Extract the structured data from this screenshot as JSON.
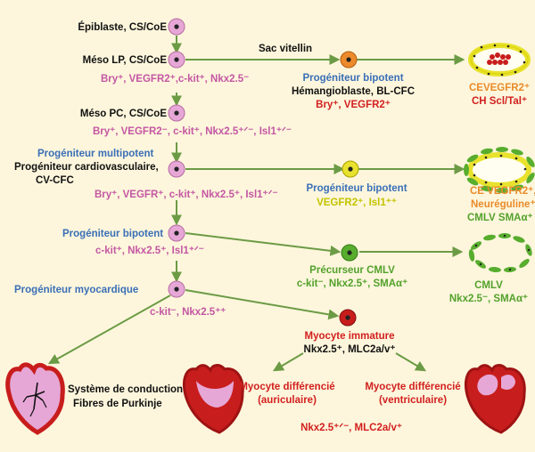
{
  "nodes": {
    "epiblaste": "Épiblaste, CS/CoE",
    "meso_lp": "Méso LP, CS/CoE",
    "meso_lp_markers": "Bry⁺, VEGFR2⁺,c-kit⁺, Nkx2.5⁻",
    "sac_vitellin": "Sac vitellin",
    "hemangio_title": "Progéniteur bipotent",
    "hemangio_name": "Hémangioblaste, BL-CFC",
    "hemangio_markers": "Bry⁺, VEGFR2⁺",
    "cevegfr2": "CEVEGFR2⁺",
    "ch_scl": "CH Scl/Tal⁺",
    "meso_pc": "Méso PC, CS/CoE",
    "meso_pc_markers": "Bry⁺, VEGFR2⁻, c-kit⁺, Nkx2.5⁺ᐟ⁻, Isl1⁺ᐟ⁻",
    "multipotent_title": "Progéniteur multipotent",
    "multipotent_name1": "Progéniteur cardiovasculaire,",
    "multipotent_name2": "CV-CFC",
    "multipotent_markers": "Bry⁺, VEGFR⁺, c-kit⁺, Nkx2.5⁺, Isl1⁺ᐟ⁻",
    "bipotent2_title": "Progéniteur bipotent",
    "bipotent2_markers": "VEGFR2⁺, Isl1⁺⁺",
    "ce_vegfr2": "CE VEGFR2⁺,",
    "neureguline": "Neuréguline⁺",
    "cmlv_sma": "CMLV SMAα⁺",
    "bipotent3_title": "Progéniteur bipotent",
    "bipotent3_markers": "c-kit⁺, Nkx2.5⁺, Isl1⁺ᐟ⁻",
    "precurseur_title": "Précurseur CMLV",
    "precurseur_markers": "c-kit⁻, Nkx2.5⁺, SMAα⁺",
    "cmlv": "CMLV",
    "cmlv_markers": "Nkx2.5⁻, SMAα⁺",
    "myocardique_title": "Progéniteur myocardique",
    "myocardique_markers": "c-kit⁻, Nkx2.5⁺⁺",
    "myocyte_immature": "Myocyte immature",
    "myocyte_immature_markers": "Nkx2.5⁺, MLC2a/v⁺",
    "conduction1": "Système de conduction",
    "conduction2": "Fibres de Purkinje",
    "myo_auric1": "Myocyte différencié",
    "myo_auric2": "(auriculaire)",
    "myo_ventr1": "Myocyte différencié",
    "myo_ventr2": "(ventriculaire)",
    "bottom_markers": "Nkx2.5⁺ᐟ⁻, MLC2a/v⁺"
  },
  "colors": {
    "background": "#fdf6dc",
    "arrow": "#6c9b45",
    "pink_cell": "#e6a7d6",
    "orange_cell": "#ed8a2c",
    "yellow_cell": "#e8e22e",
    "green_cell": "#58ad2e",
    "red_cell": "#c81d1d"
  }
}
